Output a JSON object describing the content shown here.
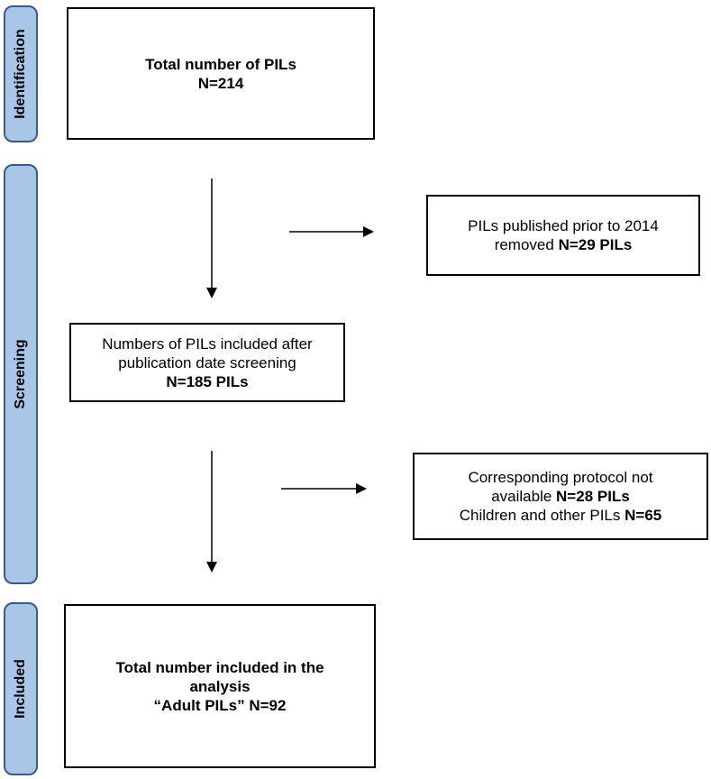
{
  "stages": {
    "identification": "Identification",
    "screening": "Screening",
    "included": "Included"
  },
  "boxes": {
    "total": {
      "line1": "Total number of PILs",
      "line2": "N=214"
    },
    "removed_2014": {
      "line1": "PILs published prior to 2014",
      "line2_prefix": "removed ",
      "line2_count": "N=29 PILs"
    },
    "after_screening": {
      "line1": "Numbers of PILs included after",
      "line2": "publication date screening",
      "line3": "N=185 PILs"
    },
    "excluded": {
      "line1": "Corresponding protocol not",
      "line2_prefix": "available ",
      "line2_count": "N=28 PILs",
      "line3_prefix": "Children and other PILs ",
      "line3_count": "N=65"
    },
    "final": {
      "line1": "Total number included in the",
      "line2": "analysis",
      "line3": "“Adult PILs” N=92"
    }
  }
}
